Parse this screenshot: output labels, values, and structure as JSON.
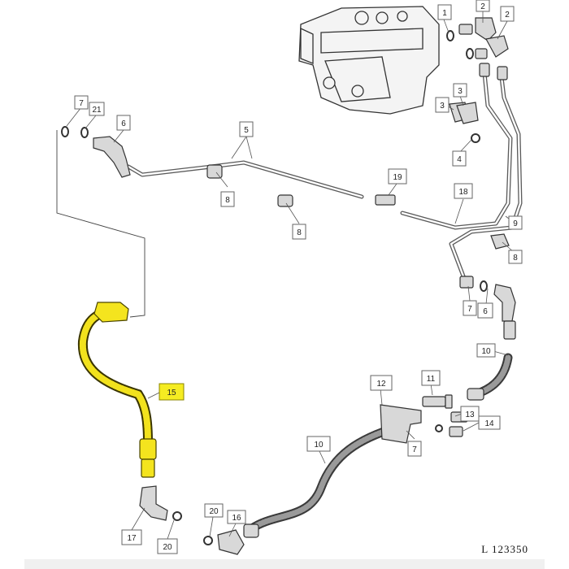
{
  "drawing_id": "L 123350",
  "highlight_color": "#f4e41e",
  "callouts": [
    {
      "id": "c1a",
      "label": "1"
    },
    {
      "id": "c2a",
      "label": "2"
    },
    {
      "id": "c2b",
      "label": "2"
    },
    {
      "id": "c3a",
      "label": "3"
    },
    {
      "id": "c3b",
      "label": "3"
    },
    {
      "id": "c4a",
      "label": "4"
    },
    {
      "id": "c5a",
      "label": "5"
    },
    {
      "id": "c6a",
      "label": "6"
    },
    {
      "id": "c6b",
      "label": "6"
    },
    {
      "id": "c7a",
      "label": "7"
    },
    {
      "id": "c7b",
      "label": "7"
    },
    {
      "id": "c7c",
      "label": "7"
    },
    {
      "id": "c8a",
      "label": "8"
    },
    {
      "id": "c8b",
      "label": "8"
    },
    {
      "id": "c8c",
      "label": "8"
    },
    {
      "id": "c9a",
      "label": "9"
    },
    {
      "id": "c10a",
      "label": "10"
    },
    {
      "id": "c10b",
      "label": "10"
    },
    {
      "id": "c11a",
      "label": "11"
    },
    {
      "id": "c12a",
      "label": "12"
    },
    {
      "id": "c13a",
      "label": "13"
    },
    {
      "id": "c14a",
      "label": "14"
    },
    {
      "id": "c15a",
      "label": "15",
      "highlighted": true
    },
    {
      "id": "c16a",
      "label": "16"
    },
    {
      "id": "c17a",
      "label": "17"
    },
    {
      "id": "c18a",
      "label": "18"
    },
    {
      "id": "c19a",
      "label": "19"
    },
    {
      "id": "c20a",
      "label": "20"
    },
    {
      "id": "c20b",
      "label": "20"
    },
    {
      "id": "c21a",
      "label": "21"
    }
  ]
}
